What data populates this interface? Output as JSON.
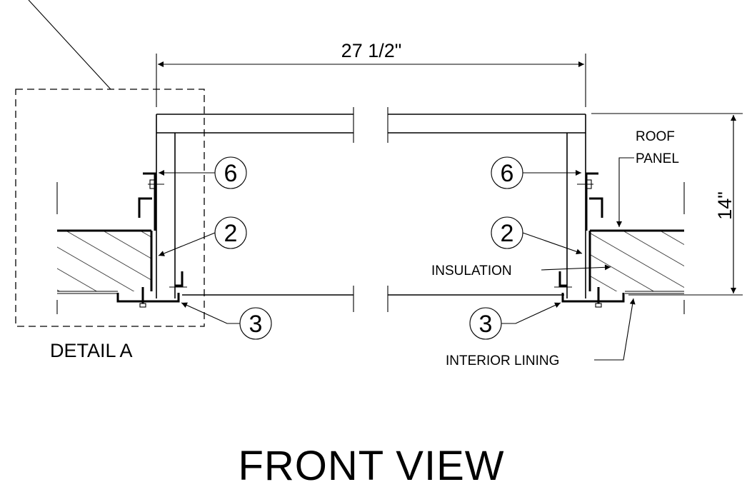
{
  "title": "FRONT VIEW",
  "detail_label": "DETAIL A",
  "dimensions": {
    "width": "27 1/2\"",
    "height": "14\""
  },
  "callouts": {
    "left_6": "6",
    "left_2": "2",
    "left_3": "3",
    "right_6": "6",
    "right_2": "2",
    "right_3": "3"
  },
  "labels": {
    "roof_panel_line1": "ROOF",
    "roof_panel_line2": "PANEL",
    "insulation": "INSULATION",
    "interior_lining": "INTERIOR LINING"
  }
}
